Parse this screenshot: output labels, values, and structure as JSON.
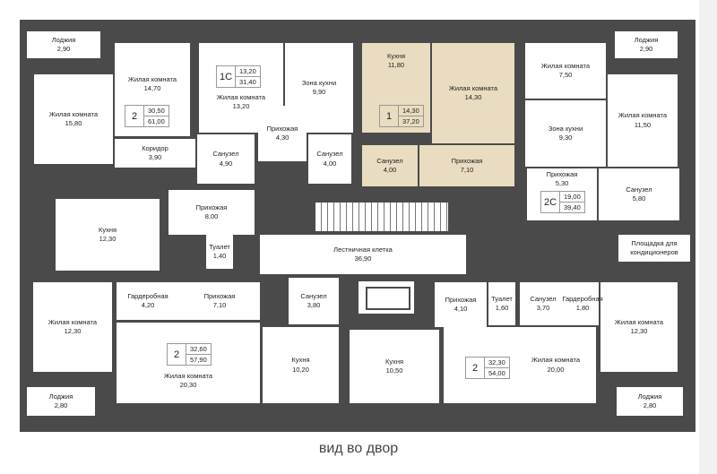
{
  "rooms": [
    {
      "name": "Лоджия",
      "area": "2,90"
    },
    {
      "name": "Жилая комната",
      "area": "15,80"
    },
    {
      "name": "Жилая комната",
      "area": "14,70"
    },
    {
      "name": "Коридор",
      "area": "3,90"
    },
    {
      "name": "Санузел",
      "area": "4,90"
    },
    {
      "name": "Жилая комната",
      "area": "13,20"
    },
    {
      "name": "Зона кухни",
      "area": "9,90"
    },
    {
      "name": "Прихожая",
      "area": "4,30"
    },
    {
      "name": "Санузел",
      "area": "4,00"
    },
    {
      "name": "Кухня",
      "area": "12,30"
    },
    {
      "name": "Прихожая",
      "area": "8,00"
    },
    {
      "name": "Туалет",
      "area": "1,40"
    },
    {
      "name": "Кухня",
      "area": "11,80"
    },
    {
      "name": "Жилая комната",
      "area": "14,30"
    },
    {
      "name": "Санузел",
      "area": "4,00"
    },
    {
      "name": "Прихожая",
      "area": "7,10"
    },
    {
      "name": "Лестничная клетка",
      "area": "36,90"
    },
    {
      "name": "Жилая комната",
      "area": "7,50"
    },
    {
      "name": "Зона кухни",
      "area": "9,30"
    },
    {
      "name": "Жилая комната",
      "area": "11,50"
    },
    {
      "name": "Лоджия",
      "area": "2,90"
    },
    {
      "name": "Прихожая",
      "area": "5,30"
    },
    {
      "name": "Санузел",
      "area": "5,80"
    },
    {
      "name": "Площадка для кондиционеров",
      "area": ""
    },
    {
      "name": "Жилая комната",
      "area": "12,30"
    },
    {
      "name": "Гардеробная",
      "area": "4,20"
    },
    {
      "name": "Прихожая",
      "area": "7,10"
    },
    {
      "name": "Санузел",
      "area": "3,80"
    },
    {
      "name": "Жилая комната",
      "area": "20,30"
    },
    {
      "name": "Кухня",
      "area": "10,20"
    },
    {
      "name": "Лоджия",
      "area": "2,80"
    },
    {
      "name": "Кухня",
      "area": "10,50"
    },
    {
      "name": "Прихожая",
      "area": "4,10"
    },
    {
      "name": "Туалет",
      "area": "1,60"
    },
    {
      "name": "Санузел",
      "area": "3,70"
    },
    {
      "name": "Гардеробная",
      "area": "1,80"
    },
    {
      "name": "Жилая комната",
      "area": "20,00"
    },
    {
      "name": "Жилая комната",
      "area": "12,30"
    },
    {
      "name": "Лоджия",
      "area": "2,80"
    }
  ],
  "apartments": [
    {
      "type": "2",
      "living": "30,50",
      "total": "61,00"
    },
    {
      "type": "1С",
      "living": "13,20",
      "total": "31,40"
    },
    {
      "type": "1",
      "living": "14,30",
      "total": "37,20"
    },
    {
      "type": "2С",
      "living": "19,00",
      "total": "39,40"
    },
    {
      "type": "2",
      "living": "32,60",
      "total": "57,90"
    },
    {
      "type": "2",
      "living": "32,30",
      "total": "54,00"
    }
  ],
  "highlight_color": "#e9dcc0",
  "caption": "вид во двор"
}
